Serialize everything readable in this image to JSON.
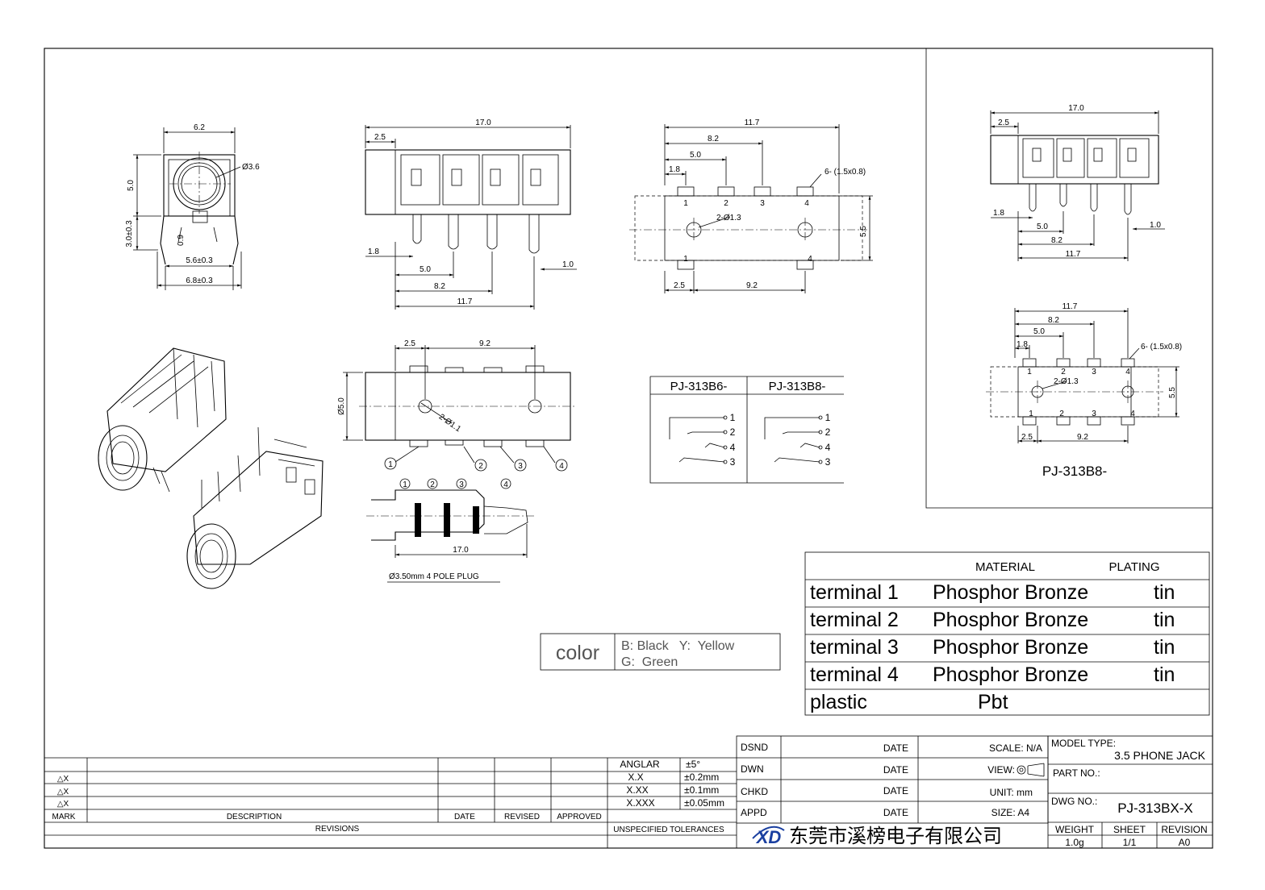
{
  "views": {
    "front": {
      "d_top": "6.2",
      "d_left": "5.0",
      "d_left2": "3.0±0.3",
      "d_hole": "Ø3.6",
      "d_pin": "0.9",
      "d_w1": "5.6±0.3",
      "d_w2": "6.8±0.3"
    },
    "side": {
      "d17": "17.0",
      "d25": "2.5",
      "d18": "1.8",
      "d50": "5.0",
      "d82": "8.2",
      "d117": "11.7",
      "d10": "1.0"
    },
    "pcb": {
      "d117": "11.7",
      "d82": "8.2",
      "d50": "5.0",
      "d18": "1.8",
      "holes_note": "6- (1.5x0.8)",
      "hole_dia": "2-Ø1.3",
      "d55": "5.5",
      "d25": "2.5",
      "d92": "9.2",
      "pins": [
        "1",
        "2",
        "3",
        "4"
      ],
      "pins_bottom": [
        "1",
        "4"
      ]
    },
    "top": {
      "d25": "2.5",
      "d92": "9.2",
      "d50": "Ø5.0",
      "hole": "2-Ø1.1",
      "balloons": [
        "1",
        "2",
        "3",
        "4"
      ]
    },
    "plug": {
      "balloons": [
        "1",
        "2",
        "3",
        "4"
      ],
      "d17": "17.0",
      "label": "Ø3.50mm 4 POLE PLUG"
    },
    "schematic": {
      "col1": "PJ-313B6-",
      "col2": "PJ-313B8-",
      "pins1": [
        "1",
        "2",
        "4",
        "3"
      ],
      "pins2": [
        "1",
        "2",
        "4",
        "3"
      ]
    },
    "b8": {
      "d17": "17.0",
      "d25": "2.5",
      "d18": "1.8",
      "d50": "5.0",
      "d82": "8.2",
      "d117": "11.7",
      "d10": "1.0",
      "p117": "11.7",
      "p82": "8.2",
      "p50": "5.0",
      "p18": "1.8",
      "holes_note": "6- (1.5x0.8)",
      "hole_dia": "2-Ø1.3",
      "p55": "5.5",
      "p25": "2.5",
      "p92": "9.2",
      "pins_top": [
        "1",
        "2",
        "3",
        "4"
      ],
      "pins_bottom": [
        "1",
        "2",
        "3",
        "4"
      ],
      "caption": "PJ-313B8-"
    }
  },
  "color_box": {
    "label": "color",
    "line1": "B: Black   Y:  Yellow",
    "line2": "G:  Green"
  },
  "material": {
    "headers": [
      "MATERIAL",
      "PLATING"
    ],
    "rows": [
      {
        "part": "terminal 1",
        "material": "Phosphor Bronze",
        "plating": "tin"
      },
      {
        "part": "terminal 2",
        "material": "Phosphor Bronze",
        "plating": "tin"
      },
      {
        "part": "terminal 3",
        "material": "Phosphor Bronze",
        "plating": "tin"
      },
      {
        "part": "terminal 4",
        "material": "Phosphor Bronze",
        "plating": "tin"
      },
      {
        "part": "plastic",
        "material": "Pbt",
        "plating": ""
      }
    ]
  },
  "revisions": {
    "rows": [
      "△X",
      "△X",
      "△X"
    ],
    "headers": [
      "MARK",
      "DESCRIPTION",
      "DATE",
      "REVISED",
      "APPROVED"
    ],
    "footer": "REVISIONS"
  },
  "tolerances": {
    "rows": [
      [
        "ANGLAR",
        "±5°"
      ],
      [
        "X.X",
        "±0.2mm"
      ],
      [
        "X.XX",
        "±0.1mm"
      ],
      [
        "X.XXX",
        "±0.05mm"
      ]
    ],
    "footer": "UNSPECIFIED TOLERANCES"
  },
  "approvals": {
    "rows": [
      [
        "DSND",
        "DATE",
        "SCALE: N/A"
      ],
      [
        "DWN",
        "DATE",
        "VIEW:"
      ],
      [
        "CHKD",
        "DATE",
        "UNIT: mm"
      ],
      [
        "APPD",
        "DATE",
        "SIZE: A4"
      ]
    ]
  },
  "title_block": {
    "model_label": "MODEL TYPE:",
    "model_value": "3.5 PHONE JACK",
    "part_label": "PART NO.:",
    "dwg_label": "DWG NO.:",
    "dwg_value": "PJ-313BX-X",
    "weight_label": "WEIGHT",
    "weight_value": "1.0g",
    "sheet_label": "SHEET",
    "sheet_value": "1/1",
    "revision_label": "REVISION",
    "revision_value": "A0",
    "company": "东莞市溪榜电子有限公司",
    "logo_text": "XD"
  }
}
